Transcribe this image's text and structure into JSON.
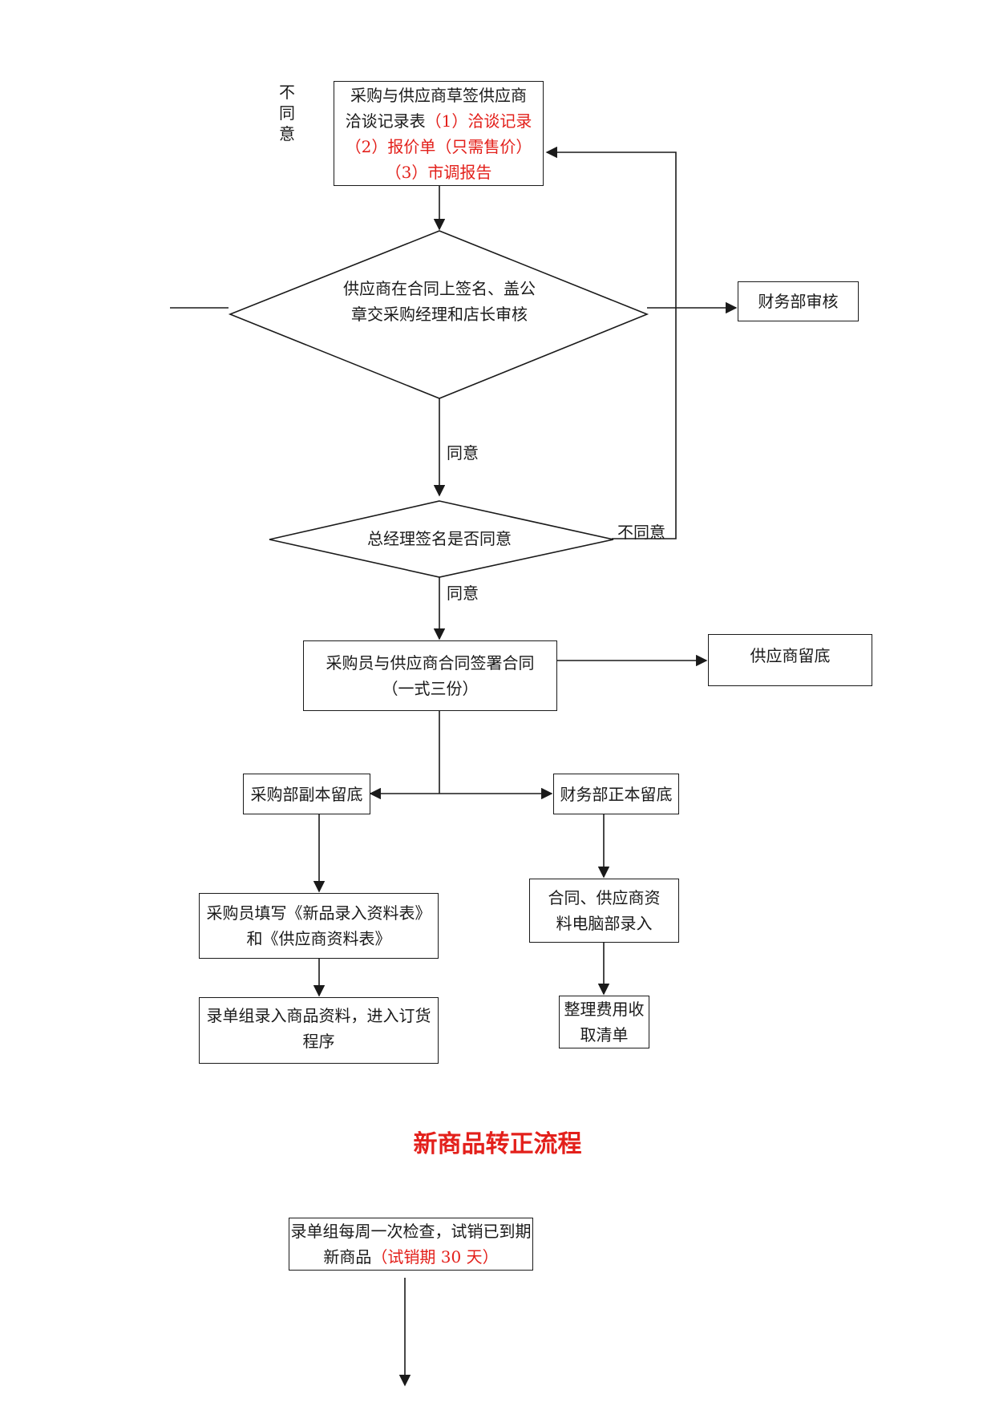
{
  "flow1": {
    "start_box": {
      "line1": "采购与供应商草签供应商",
      "line2_black": "洽谈记录表",
      "line2_red": "（1）洽谈记录",
      "line3_red": "（2）报价单（只需售价）",
      "line4_red": "（3）市调报告"
    },
    "reject_side_label": "不\n同\n意",
    "diamond1_text": "供应商在合同上签名、盖公章交采购经理和店长审核",
    "finance_audit": "财务部审核",
    "agree_label_1": "同意",
    "diamond2_text": "总经理签名是否同意",
    "disagree_label": "不同意",
    "agree_label_2": "同意",
    "sign_contract": "采购员与供应商合同签署合同（一式三份）",
    "supplier_copy": "供应商留底",
    "purchase_copy": "采购部副本留底",
    "finance_copy": "财务部正本留底",
    "fill_forms": "采购员填写《新品录入资料表》和《供应商资料表》",
    "it_entry": "合同、供应商资料电脑部录入",
    "order_entry": "录单组录入商品资料，进入订货程序",
    "fee_list": "整理费用收取清单"
  },
  "flow2": {
    "title": "新商品转正流程",
    "check_box_black": "录单组每周一次检查，试销已到期新商品",
    "check_box_red": "（试销期 30 天）"
  }
}
